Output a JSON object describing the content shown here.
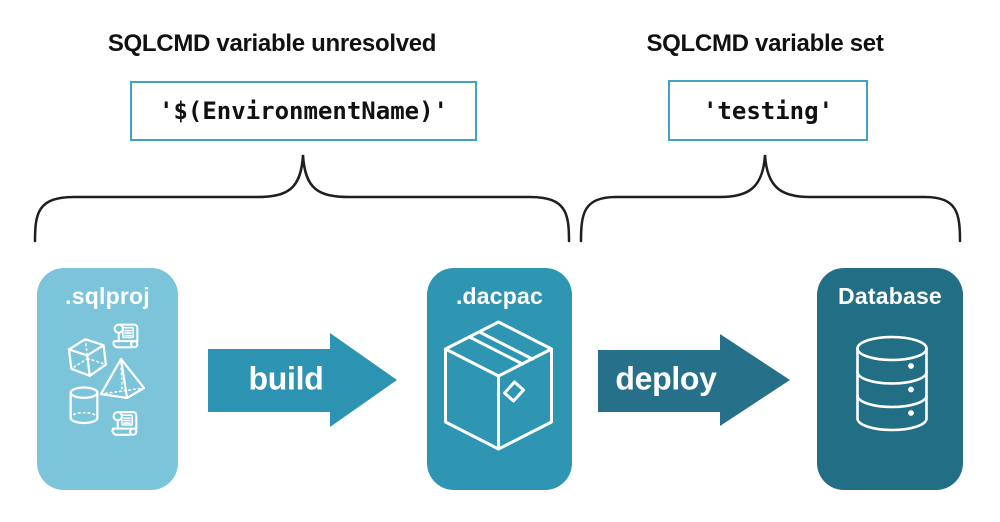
{
  "annotations": {
    "left": {
      "heading": "SQLCMD variable unresolved",
      "code": "'$(EnvironmentName)'"
    },
    "right": {
      "heading": "SQLCMD variable set",
      "code": "'testing'"
    }
  },
  "pipeline": {
    "nodes": [
      {
        "label": ".sqlproj",
        "color": "#7cc4d9",
        "icon_names": [
          "scroll-icon",
          "cube-icon",
          "pyramid-icon",
          "cylinder-icon",
          "scroll-icon"
        ]
      },
      {
        "label": ".dacpac",
        "color": "#2e95b2",
        "icon_names": [
          "package-icon"
        ]
      },
      {
        "label": "Database",
        "color": "#226e85",
        "icon_names": [
          "database-cylinder-icon"
        ]
      }
    ],
    "arrows": [
      {
        "label": "build",
        "color": "#2d93b2"
      },
      {
        "label": "deploy",
        "color": "#26708a"
      }
    ]
  },
  "colors": {
    "code_box_border": "#41a3c1",
    "brace_stroke": "#1f1f1f",
    "text": "#111111",
    "background": "#ffffff"
  }
}
